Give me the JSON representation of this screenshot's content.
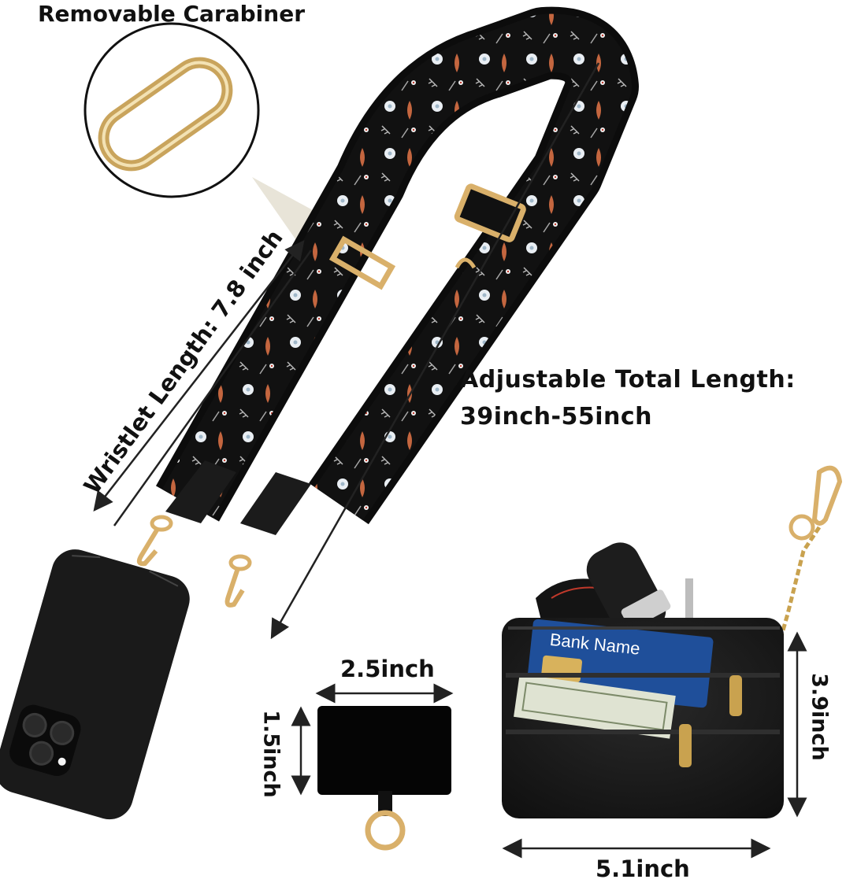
{
  "labels": {
    "carabiner": "Removable Carabiner",
    "wristlet_length": "Wristlet Length: 7.8 inch",
    "adjustable_line1": "Adjustable Total Length:",
    "adjustable_line2": "39inch-55inch",
    "patch_width": "2.5inch",
    "patch_height": "1.5inch",
    "pouch_height": "3.9inch",
    "pouch_width": "5.1inch",
    "card_text": "Bank Name"
  },
  "colors": {
    "strap": "#121212",
    "hardware": "#d9b06a",
    "phone": "#1a1a1a",
    "pouch": "#181818",
    "card": "#1f4f9a",
    "dimension_line": "#222222"
  },
  "icons": [
    "carabiner-icon",
    "phone-case-icon",
    "patch-icon",
    "pouch-icon",
    "key-fob-icon",
    "banknote-icon",
    "card-icon"
  ]
}
